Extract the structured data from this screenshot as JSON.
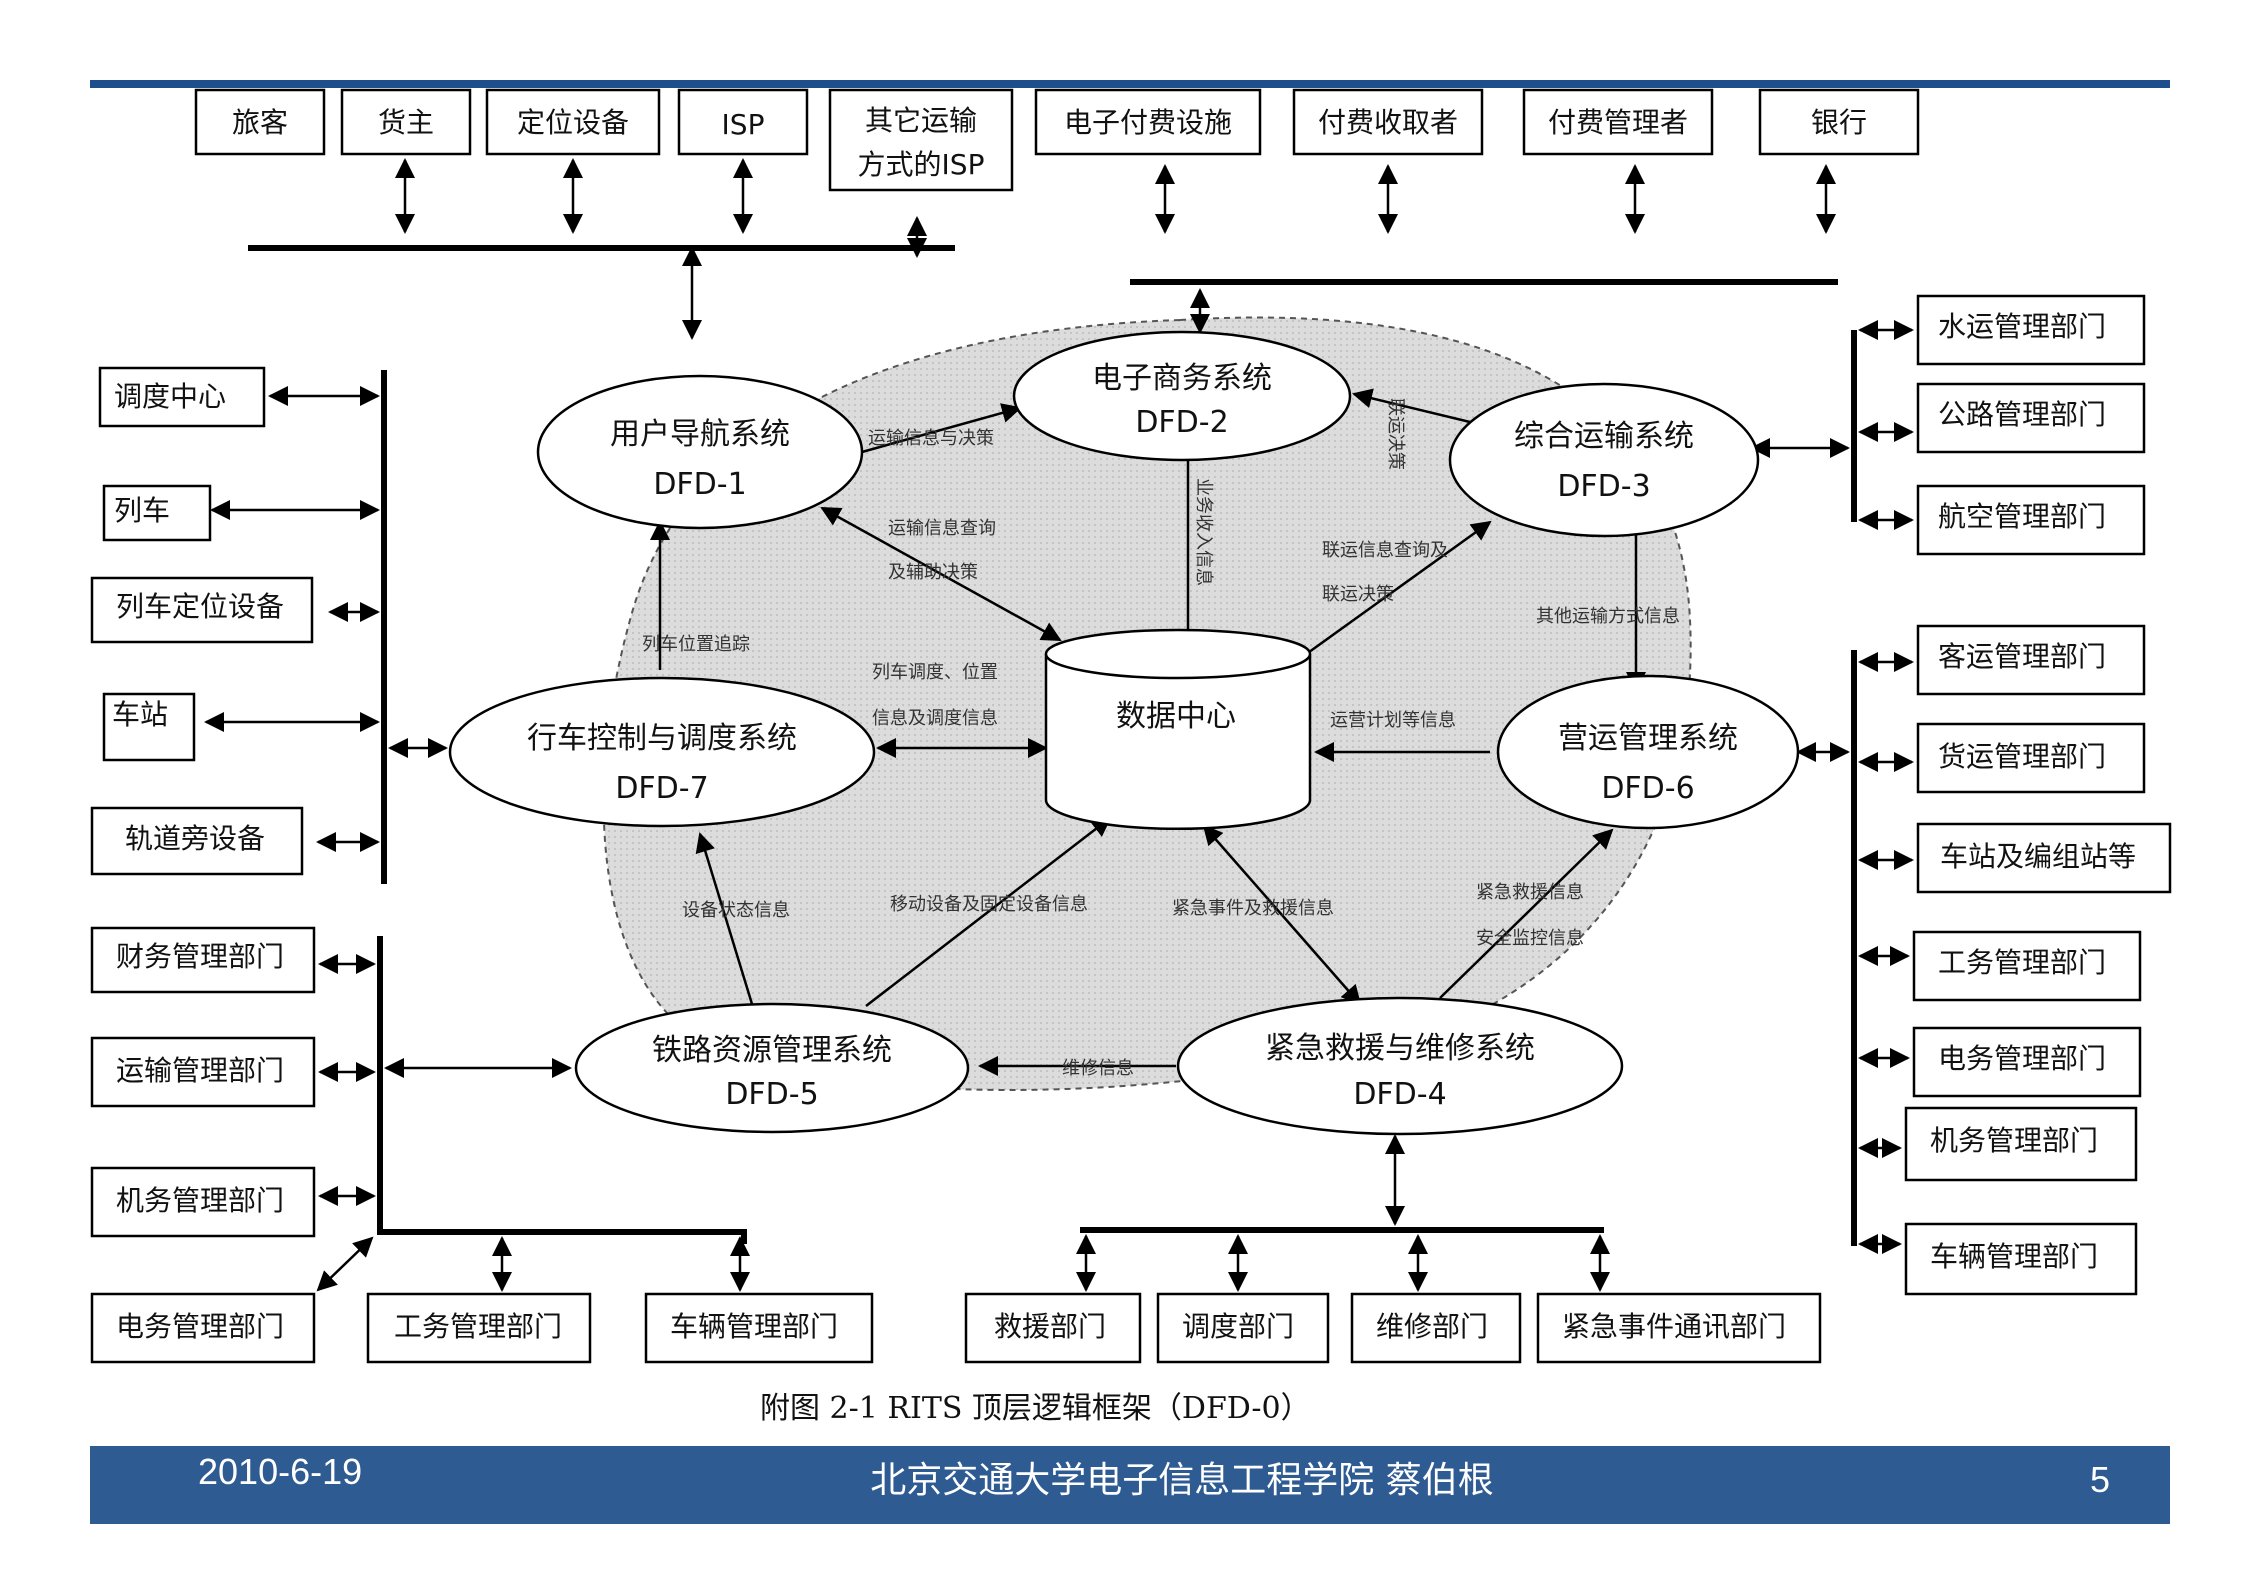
{
  "top_entities": [
    "旅客",
    "货主",
    "定位设备",
    "ISP",
    "其它运输",
    "方式的ISP",
    "电子付费设施",
    "付费收取者",
    "付费管理者",
    "银行"
  ],
  "left_entities": [
    "调度中心",
    "列车",
    "列车定位设备",
    "车站",
    "轨道旁设备",
    "财务管理部门",
    "运输管理部门",
    "机务管理部门",
    "电务管理部门"
  ],
  "bottom_entities": [
    "工务管理部门",
    "车辆管理部门",
    "救援部门",
    "调度部门",
    "维修部门",
    "紧急事件通讯部门"
  ],
  "right_entities": [
    "水运管理部门",
    "公路管理部门",
    "航空管理部门",
    "客运管理部门",
    "货运管理部门",
    "车站及编组站等",
    "工务管理部门",
    "电务管理部门",
    "机务管理部门",
    "车辆管理部门"
  ],
  "processes": [
    {
      "name": "用户导航系统",
      "id": "DFD-1"
    },
    {
      "name": "电子商务系统",
      "id": "DFD-2"
    },
    {
      "name": "综合运输系统",
      "id": "DFD-3"
    },
    {
      "name": "紧急救援与维修系统",
      "id": "DFD-4"
    },
    {
      "name": "铁路资源管理系统",
      "id": "DFD-5"
    },
    {
      "name": "营运管理系统",
      "id": "DFD-6"
    },
    {
      "name": "行车控制与调度系统",
      "id": "DFD-7"
    }
  ],
  "datastore": "数据中心",
  "flows": {
    "f1": "运输信息与决策",
    "f2": "运输信息查询",
    "f2b": "及辅助决策",
    "f3": "联运决策",
    "f4": "业务收入信息",
    "f5": "联运信息查询及",
    "f5b": "联运决策",
    "f6": "其他运输方式信息",
    "f7": "列车位置追踪",
    "f8": "列车调度、位置",
    "f8b": "信息及调度信息",
    "f9": "运营计划等信息",
    "f10": "设备状态信息",
    "f11": "移动设备及固定设备信息",
    "f12": "紧急事件及救援信息",
    "f13": "紧急救援信息",
    "f13b": "安全监控信息",
    "f14": "维修信息"
  },
  "caption": "附图 2-1      RITS 顶层逻辑框架（DFD-0）",
  "footer": {
    "date": "2010-6-19",
    "org": "北京交通大学电子信息工程学院 蔡伯根",
    "page": "5"
  },
  "colors": {
    "top_bar": "#1f4e8c",
    "footer_bg": "#2f5b93",
    "cloud": "#d9d9d9"
  }
}
